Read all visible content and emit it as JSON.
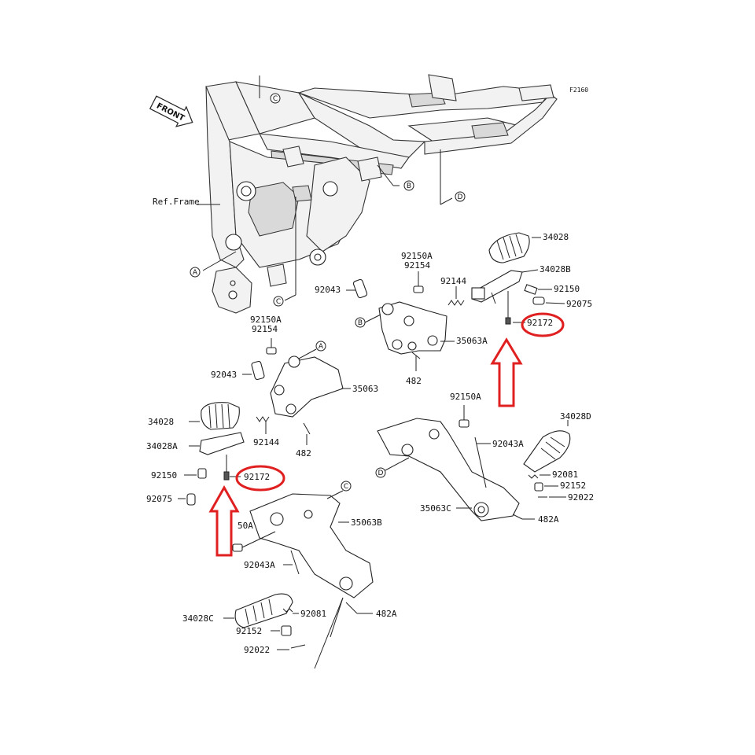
{
  "diagram_id": "F2160",
  "front_label": "FRONT",
  "ref_frame": "Ref.Frame",
  "callouts": {
    "A": "A",
    "B": "B",
    "C": "C",
    "D": "D"
  },
  "labels": {
    "p34028": "34028",
    "p34028B": "34028B",
    "p92150": "92150",
    "p92075": "92075",
    "p92172_right": "92172",
    "p92150A_top": "92150A",
    "p92154_top": "92154",
    "p92144_top": "92144",
    "p92043_top": "92043",
    "p35063A": "35063A",
    "p482": "482",
    "p92150A_left": "92150A",
    "p92154_left": "92154",
    "p92043_left": "92043",
    "p35063": "35063",
    "p34028_left": "34028",
    "p34028A": "34028A",
    "p92144_left": "92144",
    "p482_left": "482",
    "p92150_left": "92150",
    "p92172_left": "92172",
    "p92075_left": "92075",
    "p92150A_mid": "92150A",
    "p92043A_mid": "92043A",
    "p34028D": "34028D",
    "p92081_right": "92081",
    "p92152_right": "92152",
    "p92022_right": "92022",
    "p35063C": "35063C",
    "p482A_right": "482A",
    "p9150A_partial": "50A",
    "p35063B": "35063B",
    "p92043A_low": "92043A",
    "p482A_low": "482A",
    "p34028C": "34028C",
    "p92081_low": "92081",
    "p92152_low": "92152",
    "p92022_low": "92022"
  },
  "colors": {
    "highlight": "#e02020",
    "line": "#222222"
  }
}
